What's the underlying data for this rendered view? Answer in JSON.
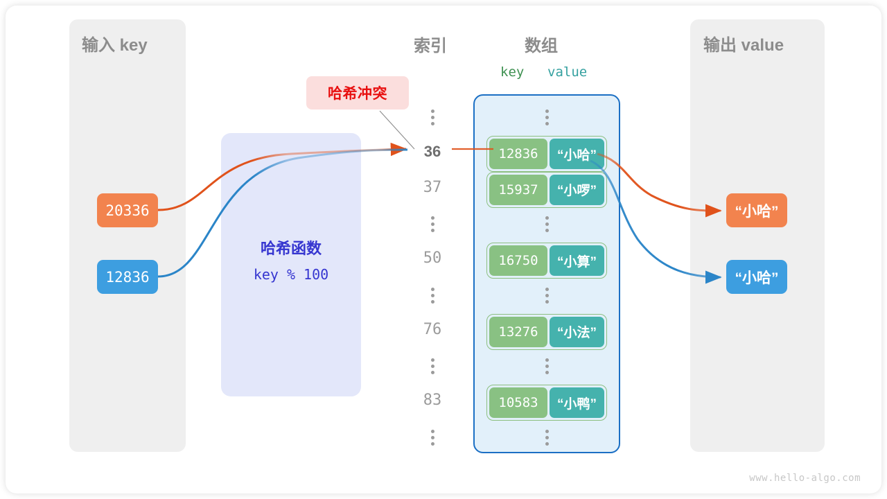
{
  "panels": {
    "input": {
      "title": "输入 key"
    },
    "output": {
      "title": "输出 value"
    }
  },
  "headers": {
    "index": "索引",
    "array": "数组",
    "key": "key",
    "value": "value"
  },
  "collision": {
    "label": "哈希冲突",
    "color": "#e81010",
    "background": "#fbdedd"
  },
  "hash_function": {
    "title": "哈希函数",
    "formula": "key % 100",
    "color": "#3636d0",
    "background": "#e3e7fa"
  },
  "inputs": [
    {
      "value": "20336",
      "color": "#f2834e"
    },
    {
      "value": "12836",
      "color": "#3d9ee0"
    }
  ],
  "outputs": [
    {
      "value": "“小哈”",
      "color": "#f2834e"
    },
    {
      "value": "“小哈”",
      "color": "#3d9ee0"
    }
  ],
  "index_column": [
    {
      "type": "dots"
    },
    {
      "type": "label",
      "text": "36",
      "highlight": true
    },
    {
      "type": "label",
      "text": "37",
      "highlight": false
    },
    {
      "type": "dots"
    },
    {
      "type": "label",
      "text": "50",
      "highlight": false
    },
    {
      "type": "dots"
    },
    {
      "type": "label",
      "text": "76",
      "highlight": false
    },
    {
      "type": "dots"
    },
    {
      "type": "label",
      "text": "83",
      "highlight": false
    },
    {
      "type": "dots"
    }
  ],
  "array_rows": [
    {
      "type": "dots"
    },
    {
      "type": "bucket",
      "key": "12836",
      "value": "“小哈”"
    },
    {
      "type": "bucket",
      "key": "15937",
      "value": "“小啰”"
    },
    {
      "type": "dots"
    },
    {
      "type": "bucket",
      "key": "16750",
      "value": "“小算”"
    },
    {
      "type": "dots"
    },
    {
      "type": "bucket",
      "key": "13276",
      "value": "“小法”"
    },
    {
      "type": "dots"
    },
    {
      "type": "bucket",
      "key": "10583",
      "value": "“小鸭”"
    },
    {
      "type": "dots"
    }
  ],
  "colors": {
    "key_cell": "#89c183",
    "value_cell": "#45b2ad",
    "bucket_border": "#8cbf80",
    "array_border": "#1b6fc4",
    "array_fill": "#e2f0fa",
    "panel_gray": "#efefef",
    "orange_arrow": "#e0521b",
    "blue_arrow": "#2b85c8",
    "leader_line": "#8c8c8c"
  },
  "footer": {
    "text": "www.hello-algo.com"
  }
}
